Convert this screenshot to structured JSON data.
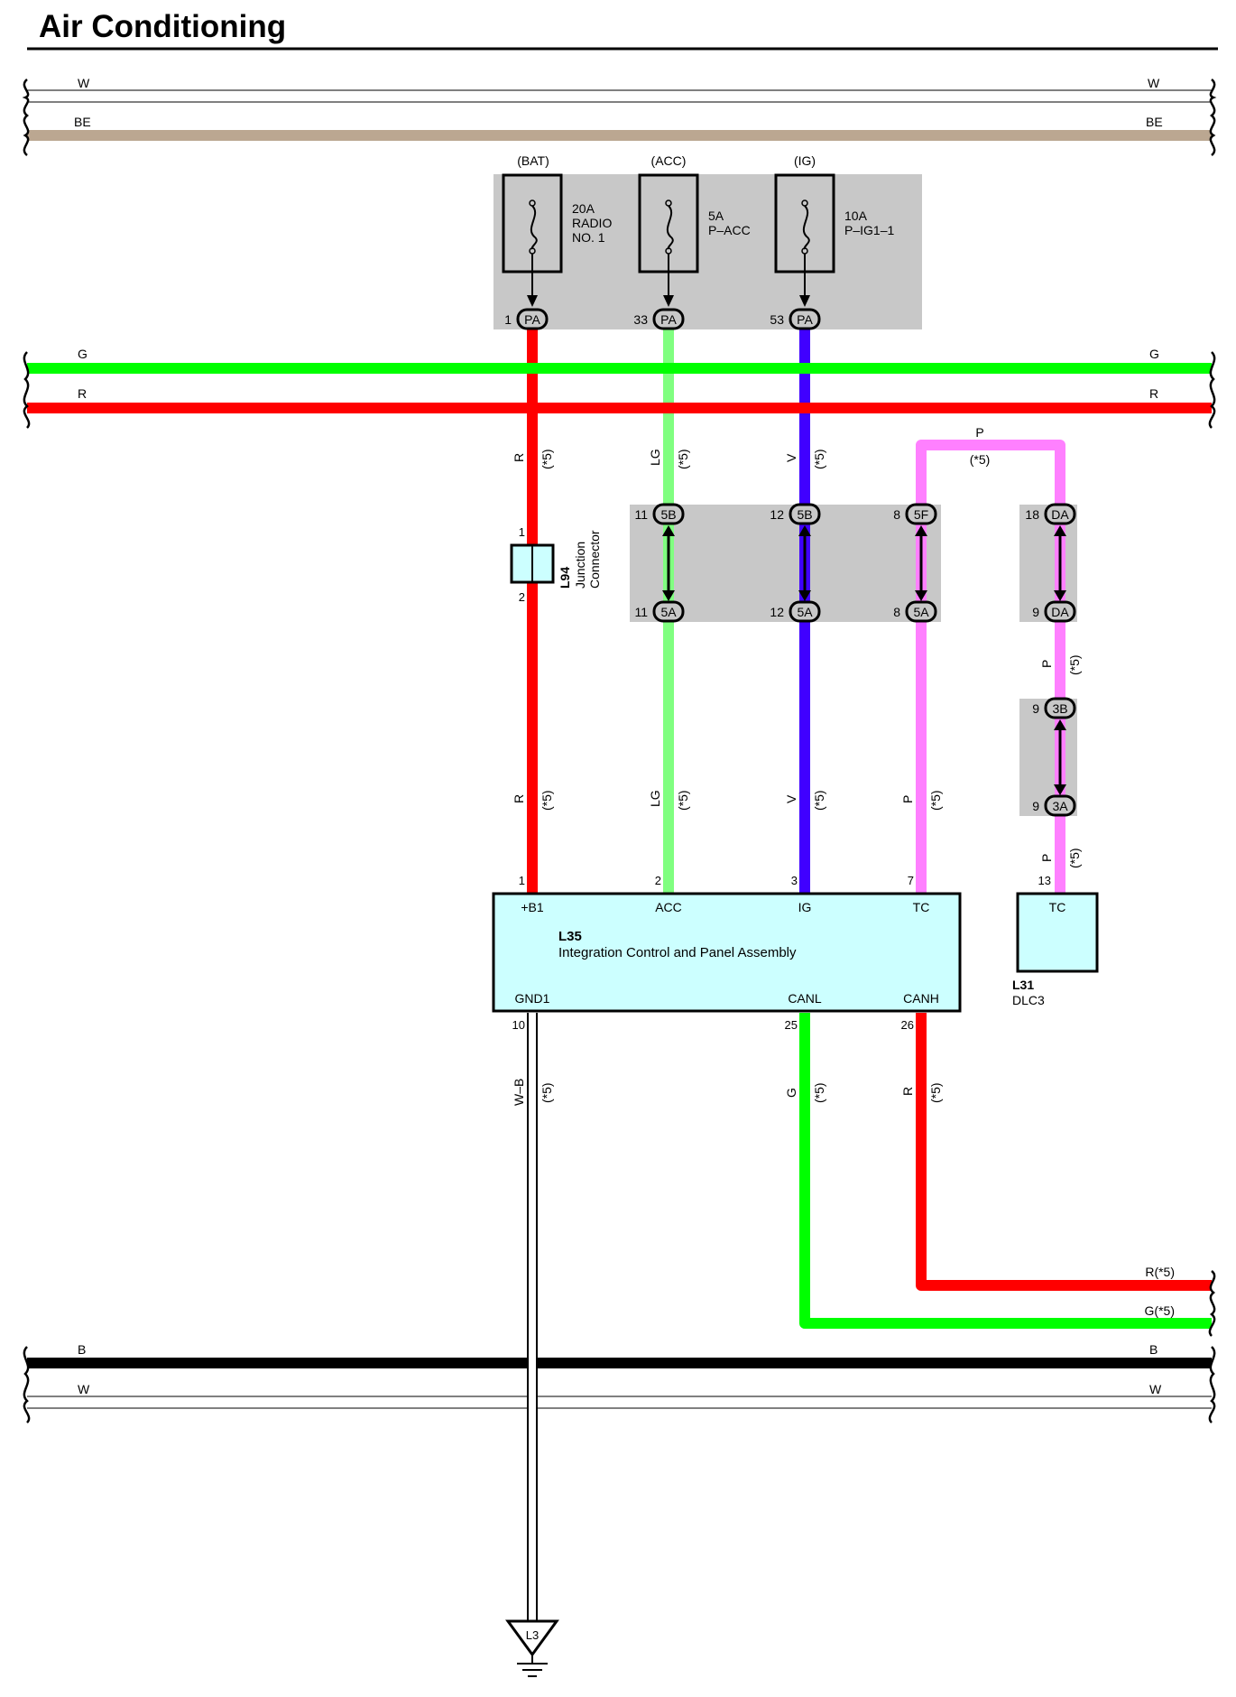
{
  "title": "Air Conditioning",
  "buses": [
    {
      "id": "w-top",
      "label": "W",
      "color": "#ffffff"
    },
    {
      "id": "be",
      "label": "BE",
      "color": "#bba791"
    },
    {
      "id": "g-main",
      "label": "G",
      "color": "#00ff00"
    },
    {
      "id": "r-main",
      "label": "R",
      "color": "#ff0000"
    },
    {
      "id": "b-bottom",
      "label": "B",
      "color": "#000000"
    },
    {
      "id": "w-bottom",
      "label": "W",
      "color": "#ffffff"
    },
    {
      "id": "can-h-out",
      "label": "R(*5)",
      "color": "#ff0000"
    },
    {
      "id": "can-l-out",
      "label": "G(*5)",
      "color": "#00ff00"
    }
  ],
  "fuses": [
    {
      "supply": "(BAT)",
      "lines": [
        "20A",
        "RADIO",
        "NO. 1"
      ],
      "pin": "1",
      "connector": "PA"
    },
    {
      "supply": "(ACC)",
      "lines": [
        "5A",
        "P–ACC"
      ],
      "pin": "33",
      "connector": "PA"
    },
    {
      "supply": "(IG)",
      "lines": [
        "10A",
        "P–IG1–1"
      ],
      "pin": "53",
      "connector": "PA"
    }
  ],
  "wire_labels": {
    "r": "R",
    "lg": "LG",
    "v": "V",
    "p": "P",
    "wb": "W–B",
    "g": "G",
    "note": "(*5)"
  },
  "wire_colors": {
    "red": "#ff0000",
    "light_green": "#80ff80",
    "violet": "#4000ff",
    "pink": "#ff80ff",
    "green": "#00ff00",
    "black": "#000000",
    "junction_fill": "#c8c8c8",
    "component_fill": "#ccffff"
  },
  "junction_connectors": {
    "top_row": [
      {
        "pin": "11",
        "code": "5B"
      },
      {
        "pin": "12",
        "code": "5B"
      },
      {
        "pin": "8",
        "code": "5F"
      },
      {
        "pin": "18",
        "code": "DA"
      }
    ],
    "bottom_row": [
      {
        "pin": "11",
        "code": "5A"
      },
      {
        "pin": "12",
        "code": "5A"
      },
      {
        "pin": "8",
        "code": "5A"
      },
      {
        "pin": "9",
        "code": "DA"
      }
    ],
    "dlc_path": [
      {
        "pin": "9",
        "code": "3B"
      },
      {
        "pin": "9",
        "code": "3A"
      }
    ]
  },
  "l94": {
    "id": "L94",
    "name_lines": [
      "Junction",
      "Connector"
    ],
    "pin_top": "1",
    "pin_bottom": "2"
  },
  "l35": {
    "id": "L35",
    "name": "Integration Control and Panel Assembly",
    "top_terminals": [
      {
        "pin": "1",
        "label": "+B1"
      },
      {
        "pin": "2",
        "label": "ACC"
      },
      {
        "pin": "3",
        "label": "IG"
      },
      {
        "pin": "7",
        "label": "TC"
      }
    ],
    "bottom_terminals": [
      {
        "pin": "10",
        "label": "GND1"
      },
      {
        "pin": "25",
        "label": "CANL"
      },
      {
        "pin": "26",
        "label": "CANH"
      }
    ]
  },
  "l31": {
    "id": "L31",
    "name": "DLC3",
    "pin": "13",
    "terminal": "TC"
  },
  "ground": {
    "id": "L3"
  },
  "icons": [
    "fuse-icon",
    "ground-symbol-icon",
    "wire-break-icon",
    "connector-arrow-icon"
  ]
}
